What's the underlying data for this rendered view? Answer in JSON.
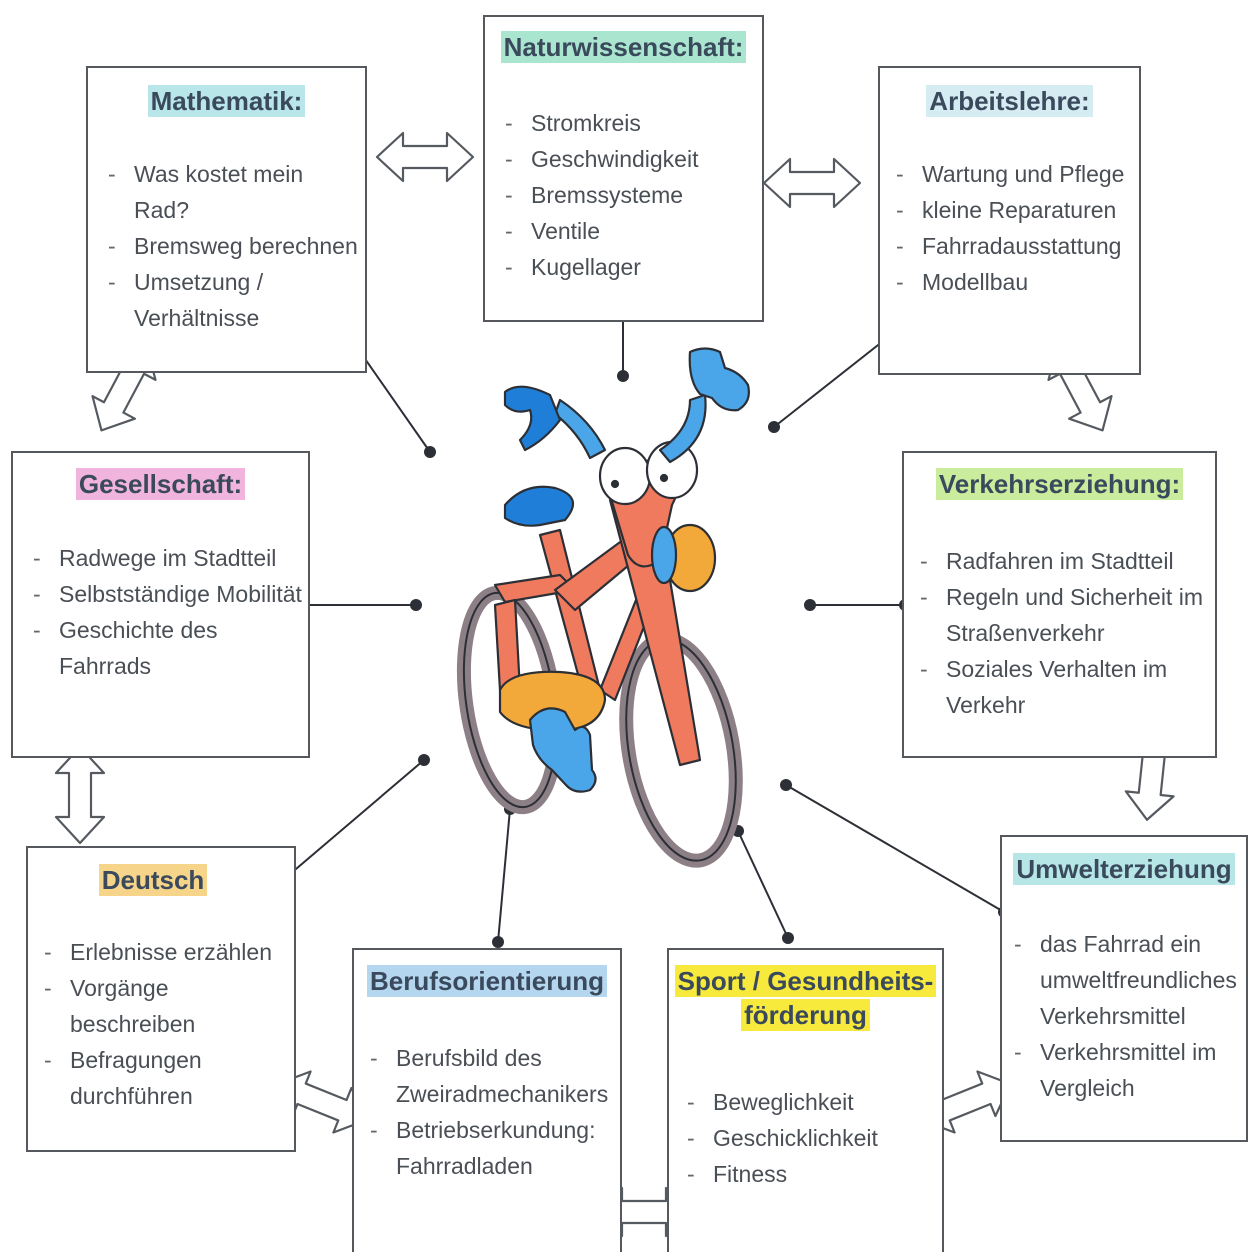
{
  "colors": {
    "mathematik": "#b9e6e9",
    "naturwissenschaft": "#a9e5cf",
    "arbeitslehre": "#d6ecf3",
    "gesellschaft": "#f1b4dc",
    "verkehrserziehung": "#c9ec9d",
    "deutsch": "#f6d58a",
    "berufsorientierung": "#b5d6ef",
    "sport": "#f7ea3c",
    "umwelterziehung": "#b6e7e6"
  },
  "center_image": {
    "icon": "bicycle-cartoon-icon"
  },
  "boxes": {
    "mathematik": {
      "title": "Mathematik:",
      "items": [
        "Was kostet mein Rad?",
        "Bremsweg berechnen",
        "Umsetzung / Verhältnisse"
      ]
    },
    "naturwissenschaft": {
      "title": "Naturwissenschaft:",
      "items": [
        "Stromkreis",
        "Geschwindigkeit",
        "Bremssysteme",
        "Ventile",
        "Kugellager"
      ]
    },
    "arbeitslehre": {
      "title": "Arbeitslehre:",
      "items": [
        "Wartung und Pflege",
        "kleine Reparaturen",
        "Fahrradausstattung",
        "Modellbau"
      ]
    },
    "gesellschaft": {
      "title": "Gesellschaft:",
      "items": [
        "Radwege im Stadtteil",
        "Selbstständige Mobilität",
        "Geschichte des Fahrrads"
      ]
    },
    "verkehrserziehung": {
      "title": "Verkehrserziehung:",
      "items": [
        "Radfahren im Stadtteil",
        "Regeln und Sicherheit im Straßenverkehr",
        "Soziales Verhalten im Verkehr"
      ]
    },
    "deutsch": {
      "title": "Deutsch",
      "items": [
        "Erlebnisse erzählen",
        "Vorgänge beschreiben",
        "Befragungen durchführen"
      ]
    },
    "berufsorientierung": {
      "title": "Berufsorientierung",
      "items": [
        "Berufsbild des Zweiradmechanikers",
        "Betriebserkundung: Fahrradladen"
      ]
    },
    "sport": {
      "title_line1": "Sport / Gesundheits-",
      "title_line2": "förderung",
      "items": [
        "Beweglichkeit",
        "Geschicklichkeit",
        "Fitness"
      ]
    },
    "umwelterziehung": {
      "title": "Umwelterziehung",
      "items": [
        "das Fahrrad ein umweltfreundliches Verkehrsmittel",
        "Verkehrsmittel im Vergleich"
      ]
    }
  }
}
